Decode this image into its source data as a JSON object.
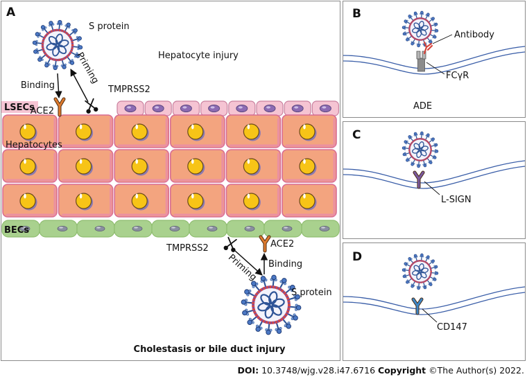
{
  "panels": {
    "a": {
      "label": "A",
      "s_protein_top": "S protein",
      "hepatocyte_injury": "Hepatocyte injury",
      "binding_top": "Binding",
      "priming_top": "Priming",
      "tmprss2_top": "TMPRSS2",
      "lsecs": "LSECs",
      "ace2_top": "ACE2",
      "hepatocytes": "Hepatocytes",
      "becs": "BECs",
      "tmprss2_bottom": "TMPRSS2",
      "ace2_bottom": "ACE2",
      "binding_bottom": "Binding",
      "priming_bottom": "Priming",
      "s_protein_bottom": "S protein",
      "cholestasis": "Cholestasis or bile duct injury"
    },
    "b": {
      "label": "B",
      "antibody": "Antibody",
      "receptor": "FCγR",
      "caption": "ADE"
    },
    "c": {
      "label": "C",
      "receptor": "L-SIGN"
    },
    "d": {
      "label": "D",
      "receptor": "CD147"
    }
  },
  "footer": {
    "doi_label": "DOI:",
    "doi": "10.3748/wjg.v28.i47.6716",
    "copyright_label": "Copyright",
    "copyright": "©The Author(s) 2022."
  },
  "palette": {
    "hepatocyte": "#f3a47f",
    "hepatocyte_border": "#d86c93",
    "nucleus": "#f7c417",
    "lsec": "#f5c4d3",
    "bec": "#a9d18e",
    "ace2": "#dd7a2e",
    "spike": "#2f5597",
    "envelope": "#e0483c",
    "membrane": "#3a5ea8",
    "fcgr": "#8c8c8c",
    "l_sign": "#7a5aa0",
    "cd147": "#3d86c6",
    "antibody": "#d6453c"
  }
}
